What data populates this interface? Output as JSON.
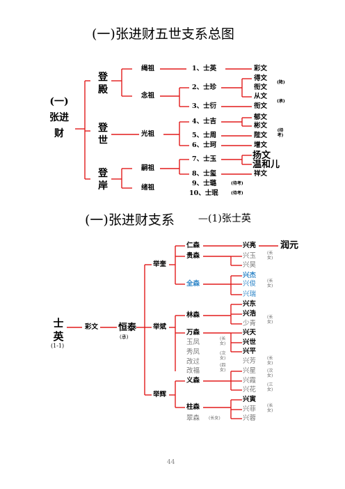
{
  "chart1": {
    "title": "(一)张进财五世支系总图",
    "root": "(一)张进财",
    "gen2": [
      "登殿",
      "登世",
      "登岸"
    ],
    "gen3": [
      "绳祖",
      "念祖",
      "光祖",
      "嗣祖",
      "绪祖"
    ],
    "gen4": [
      "1、士英",
      "2、士珍",
      "3、士衍",
      "4、士吉",
      "5、士周",
      "6、士珂",
      "7、士玉",
      "8、士玺",
      "9、士璐",
      "10、士珉"
    ],
    "gen5": [
      "彩文",
      "得文",
      "衔文",
      "从文",
      "衔文",
      "郁文",
      "彬文",
      "陛文",
      "增文",
      "扬文",
      "温和儿",
      "祥文"
    ],
    "notes": {
      "jiang": "(降)",
      "cheng": "(承)",
      "dai_kao": "(待考)",
      "dai_kao_2": "(待考)",
      "dai_kao_3": "(待考)"
    }
  },
  "chart2": {
    "title": "(一)张进财支系",
    "title_suffix": "—(1)张士英",
    "root": "士英",
    "root_code": "(1-1)",
    "g2": "彩文",
    "g3": "恒泰",
    "g3_note": "(承)",
    "g4": [
      "举奎",
      "举斌",
      "举辉"
    ],
    "g5": [
      "仁森",
      "贵森",
      "全森",
      "林森",
      "万森",
      "玉凤",
      "秀凤",
      "改过",
      "改福",
      "义森",
      "柱森",
      "翠森"
    ],
    "g6": [
      "兴亮",
      "兴玉",
      "兴昊",
      "兴杰",
      "兴俊",
      "兴瑞",
      "兴东",
      "兴浩",
      "少青",
      "兴天",
      "兴世",
      "兴平",
      "兴芳",
      "兴星",
      "兴霞",
      "兴花",
      "兴寅",
      "兴菲",
      "兴蓉"
    ],
    "g7": "润元",
    "notes": {
      "chang_nv": "(长女)",
      "ci_nv": "(次女)",
      "san_nv": "(三女)",
      "si_nv": "(四女)",
      "chang_nv_2": "(长女)",
      "ci_nv_2": "(次女)",
      "chang_nv_3": "(长女)"
    }
  },
  "page_number": "44"
}
